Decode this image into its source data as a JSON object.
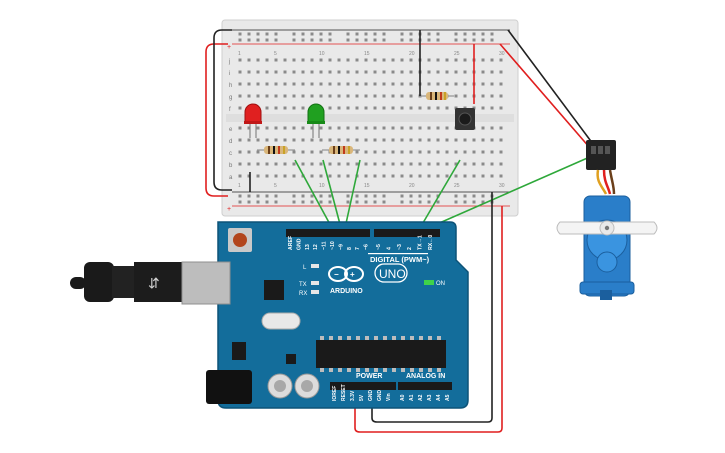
{
  "breadboard": {
    "row_letters_top": [
      "j",
      "i",
      "h",
      "g",
      "f"
    ],
    "row_letters_bottom": [
      "e",
      "d",
      "c",
      "b",
      "a"
    ],
    "column_labels": [
      "1",
      "5",
      "10",
      "15",
      "20",
      "25",
      "30"
    ],
    "rail_plus": "+",
    "rail_minus": "−"
  },
  "arduino": {
    "logo_text": "ARDUINO",
    "model": "UNO",
    "digital_header_label": "DIGITAL (PWM~)",
    "power_label": "POWER",
    "analog_label": "ANALOG IN",
    "on_label": "ON",
    "led_l": "L",
    "led_tx": "TX",
    "led_rx": "RX",
    "digital_pins": [
      "AREF",
      "GND",
      "13",
      "12",
      "~11",
      "~10",
      "~9",
      "8",
      "7",
      "~6",
      "~5",
      "4",
      "~3",
      "2",
      "TX→1",
      "RX←0"
    ],
    "power_pins": [
      "IOREF",
      "RESET",
      "3.3V",
      "5V",
      "GND",
      "GND",
      "Vin"
    ],
    "analog_pins": [
      "A0",
      "A1",
      "A2",
      "A3",
      "A4",
      "A5"
    ]
  },
  "components": {
    "leds": [
      {
        "name": "red-led",
        "color": "#e02020"
      },
      {
        "name": "green-led",
        "color": "#20a020"
      }
    ],
    "resistor_color": "#d9b67a",
    "servo_color": "#2a7ec9",
    "wire_colors": {
      "power": "#e01f1f",
      "ground": "#222222",
      "signal": "#2ea83a"
    }
  }
}
